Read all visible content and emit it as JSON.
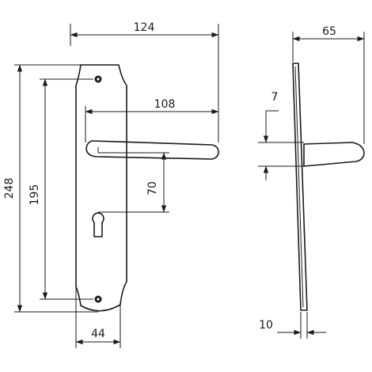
{
  "dimensions": {
    "overall_width": "124",
    "handle_projection": "108",
    "plate_height": "248",
    "fixing_centres": "195",
    "handle_to_keyhole": "70",
    "plate_width": "44",
    "side_depth": "65",
    "lever_thickness": "7",
    "plate_thickness": "10"
  },
  "colors": {
    "line": "#1a1a1a",
    "background": "#ffffff"
  }
}
